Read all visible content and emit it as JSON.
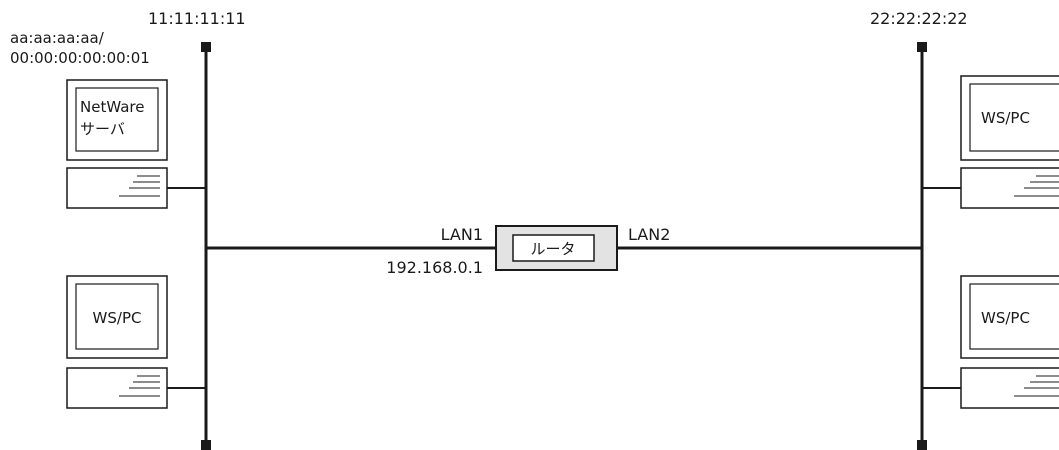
{
  "left_segment": {
    "network_label": "11:11:11:11",
    "server_address_line1": "aa:aa:aa:aa/",
    "server_address_line2": "00:00:00:00:00:01",
    "server_label_line1": "NetWare",
    "server_label_line2": "サーバ",
    "workstation_label": "WS/PC"
  },
  "right_segment": {
    "network_label": "22:22:22:22",
    "workstation_top_label": "WS/PC",
    "workstation_bottom_label": "WS/PC"
  },
  "router": {
    "label": "ルータ",
    "lan1_label": "LAN1",
    "lan1_ip": "192.168.0.1",
    "lan2_label": "LAN2"
  }
}
